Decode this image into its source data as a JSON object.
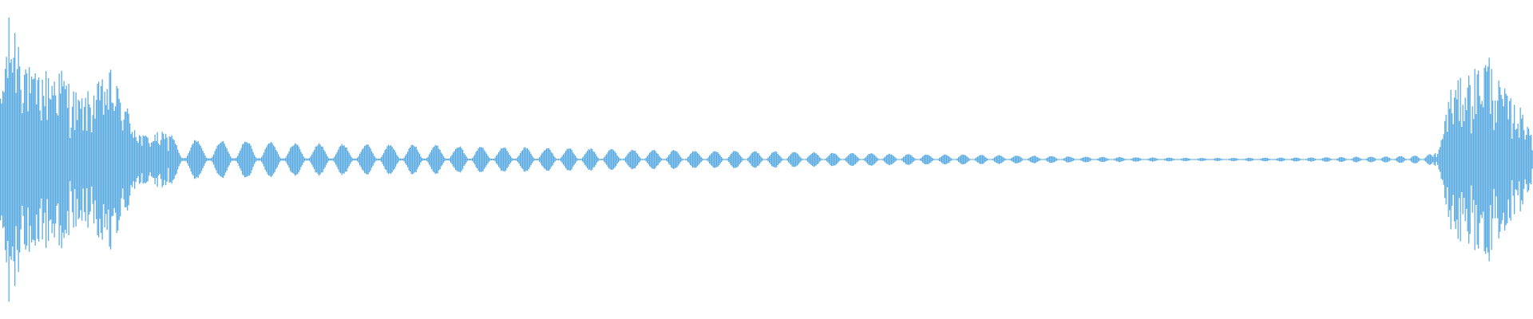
{
  "waveform": {
    "color": "#5dade2",
    "background": "#ffffff",
    "envelope_keypoints": [
      [
        0.0,
        0.4
      ],
      [
        0.005,
        0.92
      ],
      [
        0.012,
        0.88
      ],
      [
        0.02,
        0.55
      ],
      [
        0.038,
        0.62
      ],
      [
        0.052,
        0.4
      ],
      [
        0.062,
        0.48
      ],
      [
        0.072,
        0.58
      ],
      [
        0.082,
        0.36
      ],
      [
        0.092,
        0.16
      ],
      [
        0.105,
        0.18
      ],
      [
        0.115,
        0.15
      ],
      [
        0.135,
        0.12
      ],
      [
        0.16,
        0.13
      ],
      [
        0.19,
        0.11
      ],
      [
        0.23,
        0.1
      ],
      [
        0.27,
        0.1
      ],
      [
        0.3,
        0.09
      ],
      [
        0.35,
        0.08
      ],
      [
        0.4,
        0.07
      ],
      [
        0.45,
        0.06
      ],
      [
        0.5,
        0.055
      ],
      [
        0.55,
        0.045
      ],
      [
        0.6,
        0.035
      ],
      [
        0.65,
        0.03
      ],
      [
        0.7,
        0.02
      ],
      [
        0.74,
        0.015
      ],
      [
        0.79,
        0.01
      ],
      [
        0.82,
        0.012
      ],
      [
        0.86,
        0.015
      ],
      [
        0.9,
        0.02
      ],
      [
        0.93,
        0.03
      ],
      [
        0.938,
        0.05
      ],
      [
        0.945,
        0.45
      ],
      [
        0.955,
        0.55
      ],
      [
        0.965,
        0.62
      ],
      [
        0.97,
        0.72
      ],
      [
        0.975,
        0.55
      ],
      [
        0.985,
        0.4
      ],
      [
        0.995,
        0.3
      ],
      [
        1.0,
        0.2
      ]
    ]
  }
}
